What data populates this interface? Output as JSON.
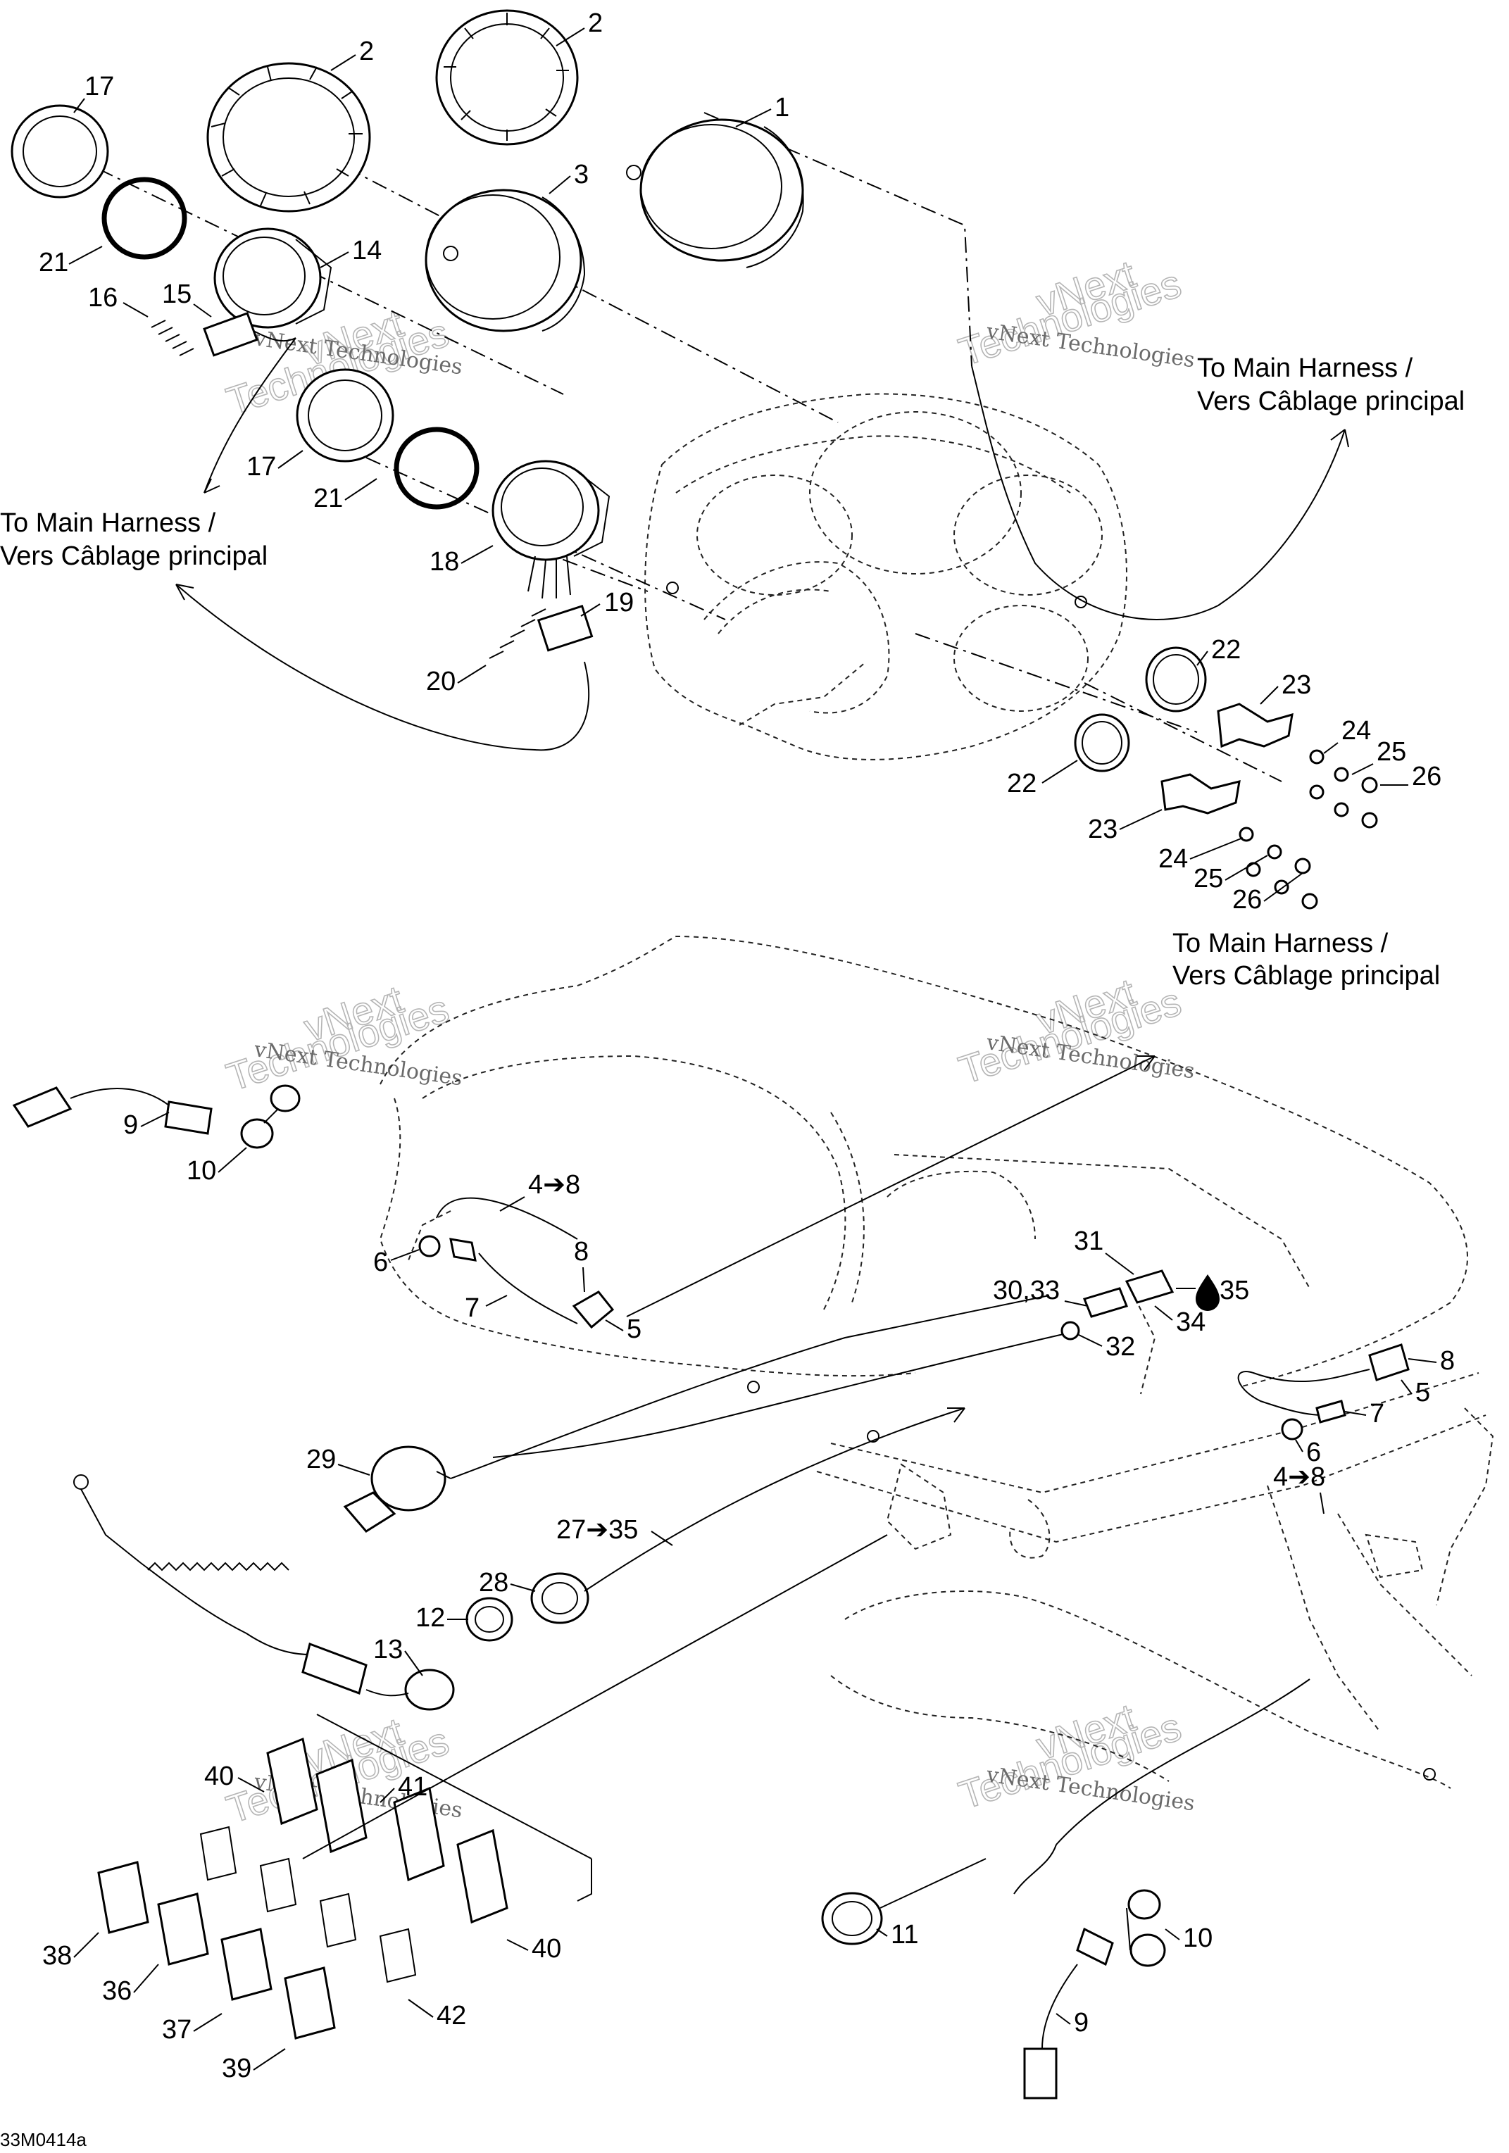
{
  "figure_code": "33M0414a",
  "watermark": {
    "line1": "vNext Technologies",
    "line2a": "vNext",
    "line2b": "Technologies"
  },
  "notes": {
    "harness_en": "To Main Harness /",
    "harness_fr": "Vers Câblage principal"
  },
  "callouts": {
    "c1": "1",
    "c2": "2",
    "c3": "3",
    "c4_8": "4➔8",
    "c5": "5",
    "c6": "6",
    "c7": "7",
    "c8": "8",
    "c9": "9",
    "c10": "10",
    "c11": "11",
    "c12": "12",
    "c13": "13",
    "c14": "14",
    "c15": "15",
    "c16": "16",
    "c17": "17",
    "c18": "18",
    "c19": "19",
    "c20": "20",
    "c21": "21",
    "c22": "22",
    "c23": "23",
    "c24": "24",
    "c25": "25",
    "c26": "26",
    "c27_35": "27➔35",
    "c28": "28",
    "c29": "29",
    "c30_33": "30,33",
    "c31": "31",
    "c32": "32",
    "c34": "34",
    "c35": "35",
    "c36": "36",
    "c37": "37",
    "c38": "38",
    "c39": "39",
    "c40": "40",
    "c41": "41",
    "c42": "42"
  }
}
